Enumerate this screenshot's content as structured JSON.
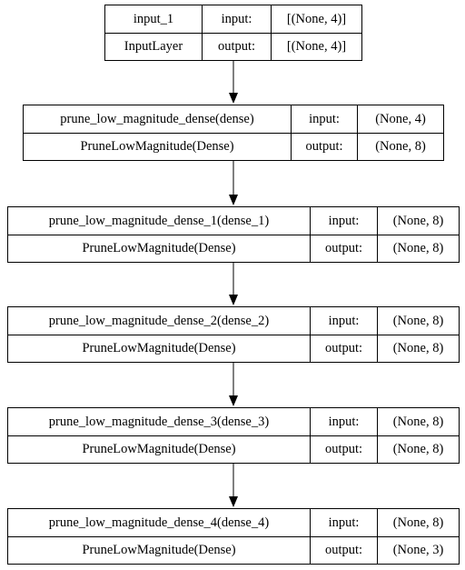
{
  "nodes": [
    {
      "name": "input_1",
      "class_name": "InputLayer",
      "input_label": "input:",
      "input_shape": "[(None, 4)]",
      "output_label": "output:",
      "output_shape": "[(None, 4)]"
    },
    {
      "name": "prune_low_magnitude_dense(dense)",
      "class_name": "PruneLowMagnitude(Dense)",
      "input_label": "input:",
      "input_shape": "(None, 4)",
      "output_label": "output:",
      "output_shape": "(None, 8)"
    },
    {
      "name": "prune_low_magnitude_dense_1(dense_1)",
      "class_name": "PruneLowMagnitude(Dense)",
      "input_label": "input:",
      "input_shape": "(None, 8)",
      "output_label": "output:",
      "output_shape": "(None, 8)"
    },
    {
      "name": "prune_low_magnitude_dense_2(dense_2)",
      "class_name": "PruneLowMagnitude(Dense)",
      "input_label": "input:",
      "input_shape": "(None, 8)",
      "output_label": "output:",
      "output_shape": "(None, 8)"
    },
    {
      "name": "prune_low_magnitude_dense_3(dense_3)",
      "class_name": "PruneLowMagnitude(Dense)",
      "input_label": "input:",
      "input_shape": "(None, 8)",
      "output_label": "output:",
      "output_shape": "(None, 8)"
    },
    {
      "name": "prune_low_magnitude_dense_4(dense_4)",
      "class_name": "PruneLowMagnitude(Dense)",
      "input_label": "input:",
      "input_shape": "(None, 8)",
      "output_label": "output:",
      "output_shape": "(None, 3)"
    }
  ]
}
